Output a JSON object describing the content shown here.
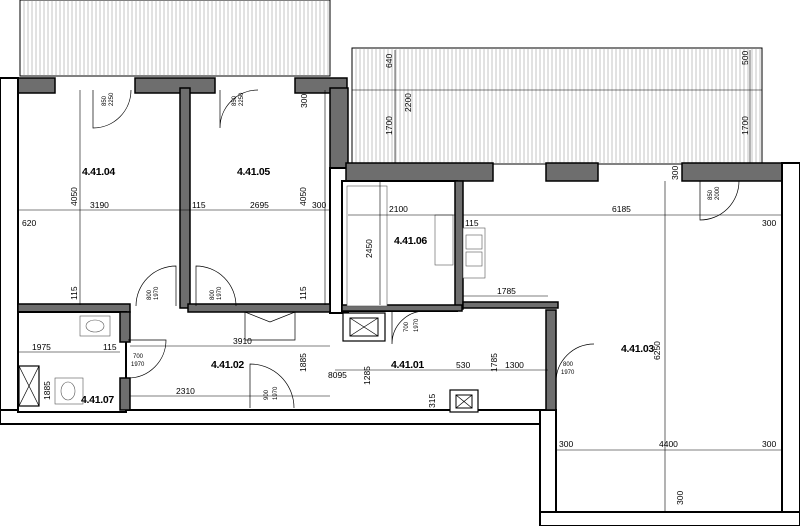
{
  "rooms": {
    "r04": "4.41.04",
    "r05": "4.41.05",
    "r06": "4.41.06",
    "r03": "4.41.03",
    "r02": "4.41.02",
    "r01": "4.41.01",
    "r07": "4.41.07"
  },
  "dims": {
    "d3190": "3190",
    "d620": "620",
    "d4050a": "4050",
    "d115a": "115",
    "d2695": "2695",
    "d4050b": "4050",
    "d300a": "300",
    "d115b": "115",
    "d115c": "115",
    "d2100": "2100",
    "d2450": "2450",
    "d115d": "115",
    "d6185": "6185",
    "d300b": "300",
    "d1785a": "1785",
    "d6250": "6250",
    "d3910": "3910",
    "d1975": "1975",
    "d115e": "115",
    "d1885a": "1885",
    "d1885b": "1885",
    "d2310": "2310",
    "d8095": "8095",
    "d1285": "1285",
    "d530": "530",
    "d1785b": "1785",
    "d1300": "1300",
    "d315": "315",
    "d300c": "300",
    "d4400": "4400",
    "d300d": "300",
    "d300e": "300",
    "d300f": "300",
    "d640": "640",
    "d2200": "2200",
    "d1700a": "1700",
    "d500": "500",
    "d1700b": "1700",
    "d300g": "300"
  },
  "doors": {
    "w1a": "850",
    "w1b": "2250",
    "w2a": "850",
    "w2b": "2250",
    "d1a": "800",
    "d1b": "1970",
    "d2a": "800",
    "d2b": "1970",
    "d3a": "700",
    "d3b": "1970",
    "d4a": "700",
    "d4b": "1970",
    "d5a": "900",
    "d5b": "1970",
    "d6a": "800",
    "d6b": "1970",
    "w3a": "850",
    "w3b": "2000"
  }
}
